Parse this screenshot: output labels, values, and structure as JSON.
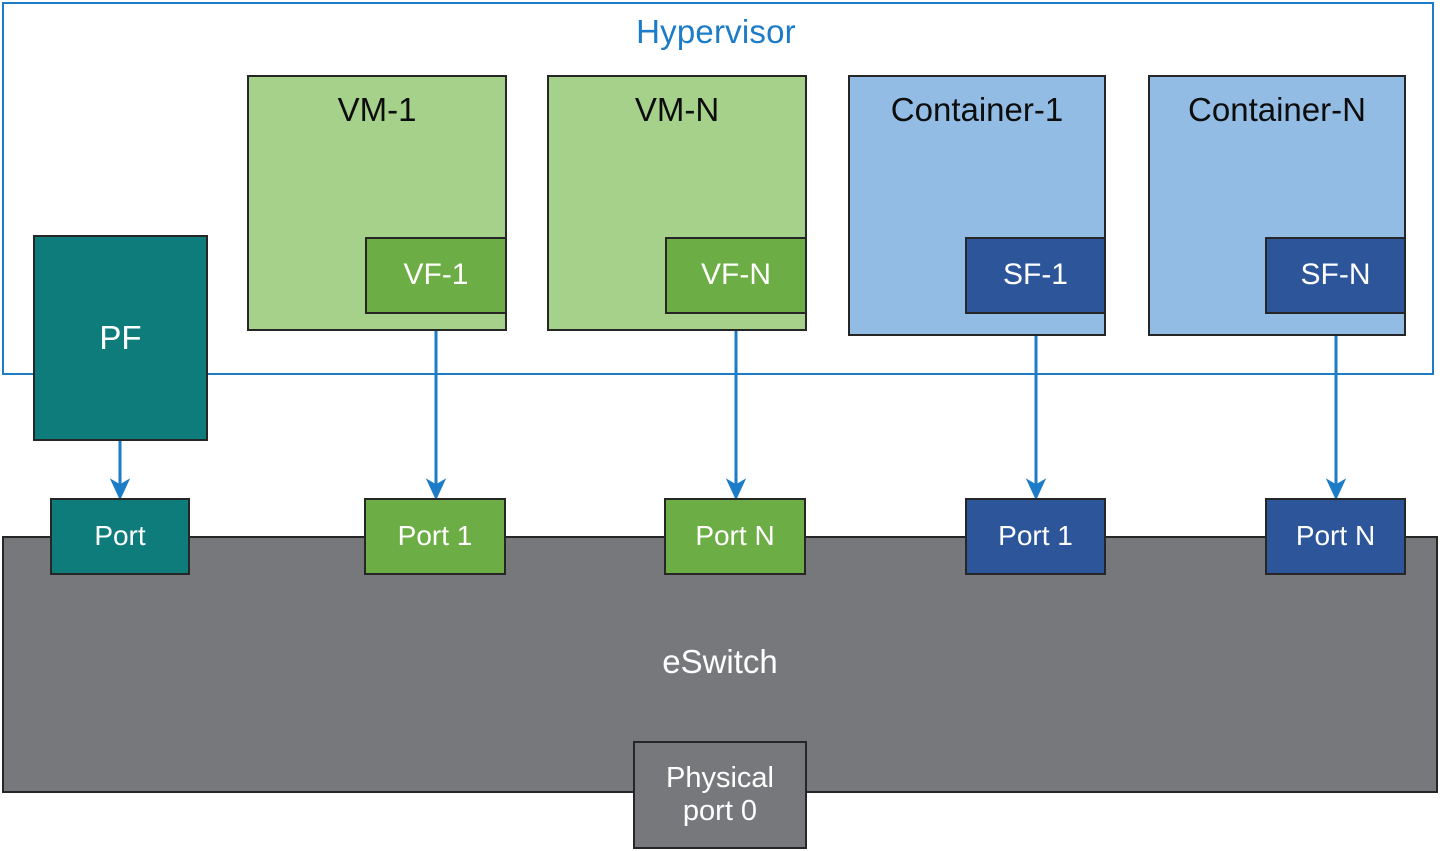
{
  "diagram": {
    "title": "Hypervisor",
    "accent_color": "#1C7CC7",
    "eswitch_label": "eSwitch",
    "physical_port_line1": "Physical",
    "physical_port_line2": "port 0"
  },
  "nodes": {
    "pf": {
      "label": "PF",
      "color": "#0E7C7B"
    },
    "vm1": {
      "label": "VM-1",
      "color": "#A6D18A"
    },
    "vmN": {
      "label": "VM-N",
      "color": "#A6D18A"
    },
    "vf1": {
      "label": "VF-1",
      "color": "#6DAD45"
    },
    "vfN": {
      "label": "VF-N",
      "color": "#6DAD45"
    },
    "container1": {
      "label": "Container-1",
      "color": "#92BCE4"
    },
    "containerN": {
      "label": "Container-N",
      "color": "#92BCE4"
    },
    "sf1": {
      "label": "SF-1",
      "color": "#2D5599"
    },
    "sfN": {
      "label": "SF-N",
      "color": "#2D5599"
    }
  },
  "ports": [
    {
      "id": "pf-port",
      "label": "Port",
      "color": "#0E7C7B"
    },
    {
      "id": "vf1-port",
      "label": "Port 1",
      "color": "#6DAD45"
    },
    {
      "id": "vfN-port",
      "label": "Port N",
      "color": "#6DAD45"
    },
    {
      "id": "sf1-port",
      "label": "Port 1",
      "color": "#2D5599"
    },
    {
      "id": "sfN-port",
      "label": "Port N",
      "color": "#2D5599"
    }
  ],
  "eswitch": {
    "label": "eSwitch",
    "color": "#77787B"
  },
  "physical_port": {
    "line1": "Physical",
    "line2": "port 0",
    "color": "#77787B"
  }
}
